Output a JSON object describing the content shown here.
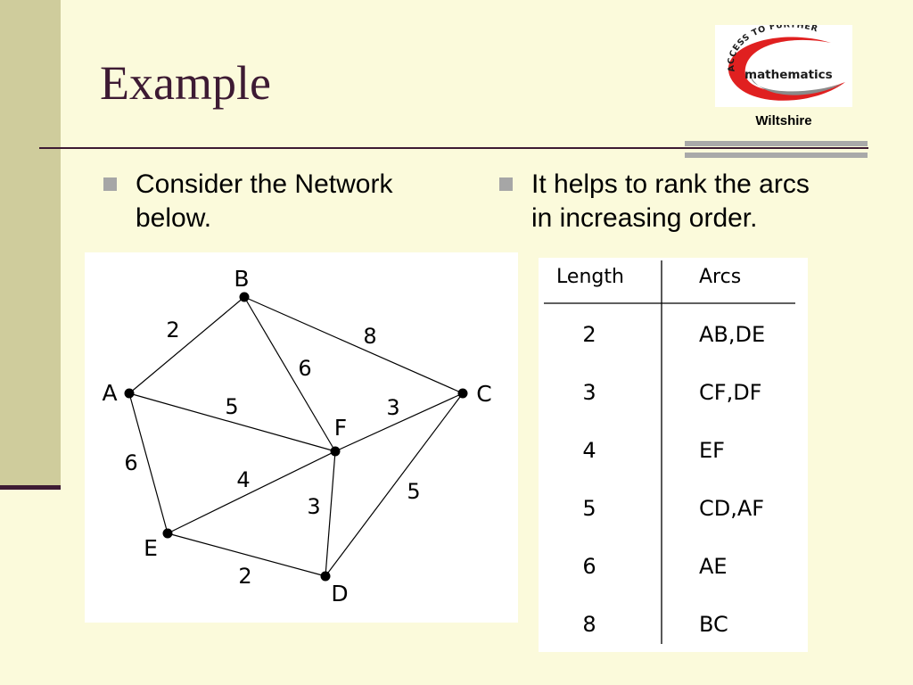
{
  "slide": {
    "title": "Example",
    "logo": {
      "arc_text": "ACCESS TO FURTHER",
      "word": "mathematics",
      "caption": "Wiltshire",
      "colors": {
        "red": "#e02020",
        "grey": "#8a8a8a",
        "text": "#1b1b1b"
      }
    },
    "bullets": [
      {
        "line1": "Consider the Network",
        "line2": "below."
      },
      {
        "line1": "It helps to rank the arcs",
        "line2": "in increasing order."
      }
    ]
  },
  "network": {
    "nodes": [
      {
        "id": "A",
        "label": "A"
      },
      {
        "id": "B",
        "label": "B"
      },
      {
        "id": "C",
        "label": "C"
      },
      {
        "id": "D",
        "label": "D"
      },
      {
        "id": "E",
        "label": "E"
      },
      {
        "id": "F",
        "label": "F"
      }
    ],
    "edges": [
      {
        "from": "A",
        "to": "B",
        "weight": "2"
      },
      {
        "from": "B",
        "to": "C",
        "weight": "8"
      },
      {
        "from": "B",
        "to": "F",
        "weight": "6"
      },
      {
        "from": "A",
        "to": "F",
        "weight": "5"
      },
      {
        "from": "F",
        "to": "C",
        "weight": "3"
      },
      {
        "from": "A",
        "to": "E",
        "weight": "6"
      },
      {
        "from": "E",
        "to": "F",
        "weight": "4"
      },
      {
        "from": "F",
        "to": "D",
        "weight": "3"
      },
      {
        "from": "C",
        "to": "D",
        "weight": "5"
      },
      {
        "from": "E",
        "to": "D",
        "weight": "2"
      }
    ]
  },
  "arc_table": {
    "headers": [
      "Length",
      "Arcs"
    ],
    "rows": [
      [
        "2",
        "AB,DE"
      ],
      [
        "3",
        "CF,DF"
      ],
      [
        "4",
        "EF"
      ],
      [
        "5",
        "CD,AF"
      ],
      [
        "6",
        "AE"
      ],
      [
        "8",
        "BC"
      ]
    ]
  },
  "colors": {
    "background": "#fbfadb",
    "accent_dark": "#3d1a33",
    "side_band": "#cfcc9c",
    "bullet": "#a6a6a6"
  }
}
